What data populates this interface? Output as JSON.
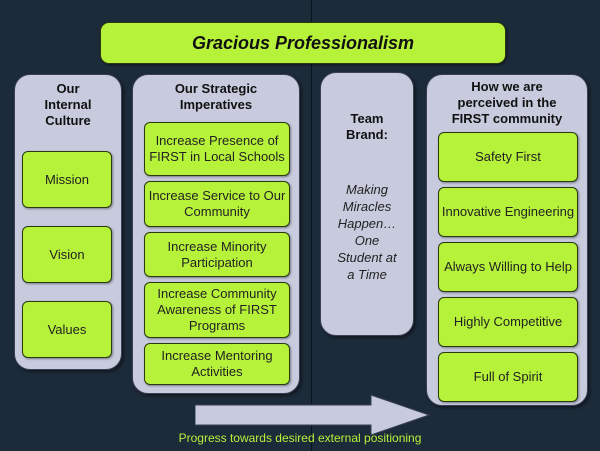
{
  "title": "Gracious Professionalism",
  "culture": {
    "title": "Our Internal Culture",
    "items": [
      "Mission",
      "Vision",
      "Values"
    ]
  },
  "strategic": {
    "title": "Our Strategic Imperatives",
    "items": [
      "Increase Presence of FIRST in Local Schools",
      "Increase Service to Our Community",
      "Increase Minority Participation",
      "Increase Community Awareness of FIRST Programs",
      "Increase Mentoring Activities"
    ]
  },
  "brand": {
    "title": "Team Brand:",
    "tagline": "Making Miracles Happen… One Student at a Time"
  },
  "perceived": {
    "title": "How we are perceived in the FIRST community",
    "items": [
      "Safety First",
      "Innovative Engineering",
      "Always Willing to Help",
      "Highly Competitive",
      "Full of Spirit"
    ]
  },
  "caption": "Progress towards desired external positioning",
  "colors": {
    "background": "#1c2b3a",
    "accent": "#b7f23b",
    "panel": "#c7cbdd",
    "arrow": "#c7cbdd"
  }
}
